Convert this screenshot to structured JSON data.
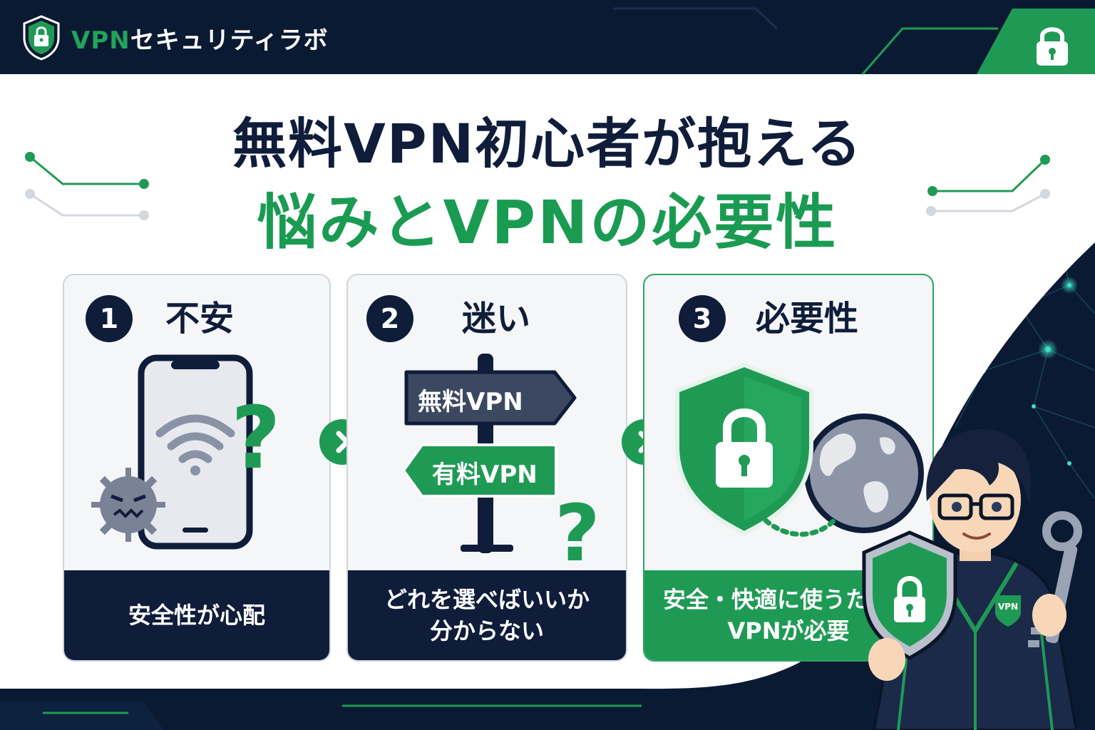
{
  "header": {
    "brand_vpn": "VPN",
    "brand_rest": "セキュリティラボ",
    "lock_icon": "lock-icon"
  },
  "title": {
    "line1": "無料VPN初心者が抱える",
    "line2": "悩みとVPNの必要性"
  },
  "cards": [
    {
      "number": "1",
      "title": "不安",
      "caption_lines": [
        "安全性が心配"
      ],
      "icon": "phone-wifi-virus-icon"
    },
    {
      "number": "2",
      "title": "迷い",
      "caption_lines": [
        "どれを選べばいいか",
        "分からない"
      ],
      "signs": [
        "無料VPN",
        "有料VPN"
      ],
      "icon": "signpost-icon"
    },
    {
      "number": "3",
      "title": "必要性",
      "caption_lines": [
        "安全・快適に使うために",
        "VPNが必要"
      ],
      "icon": "shield-globe-icon"
    }
  ],
  "character": {
    "jacket_logo": "VPN"
  },
  "colors": {
    "navy": "#0f1d3a",
    "green": "#1f9a55",
    "light_green": "#22a35a",
    "card_bg": "#f5f6f8"
  }
}
